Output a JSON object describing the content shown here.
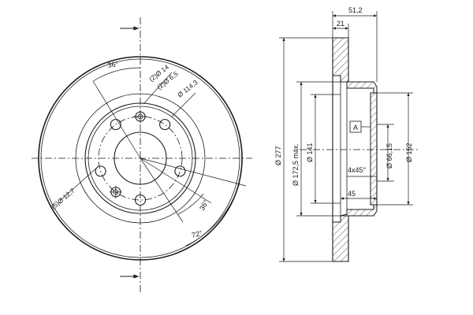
{
  "front_view": {
    "labels": {
      "angle_top": "36°",
      "hole_14": "(2)Ø 14",
      "hole_6_5": "(2)Ø 6,5",
      "pcd": "Ø 114,3",
      "bolt_holes": "(5)Ø 12,7",
      "angle_mid": "36°",
      "angle_bottom": "72°"
    }
  },
  "section_view": {
    "labels": {
      "width_total": "51,2",
      "width_21": "21",
      "outer_diameter": "Ø 277",
      "max_diameter": "Ø 172,5 máx.",
      "diameter_141": "Ø 141",
      "datum": "A",
      "bore": "Ø 66,15",
      "hat_diameter": "Ø 152",
      "chamfer": "4x45°",
      "hat_height": "45"
    }
  },
  "colors": {
    "line": "#1a1a1a",
    "background": "#ffffff"
  }
}
